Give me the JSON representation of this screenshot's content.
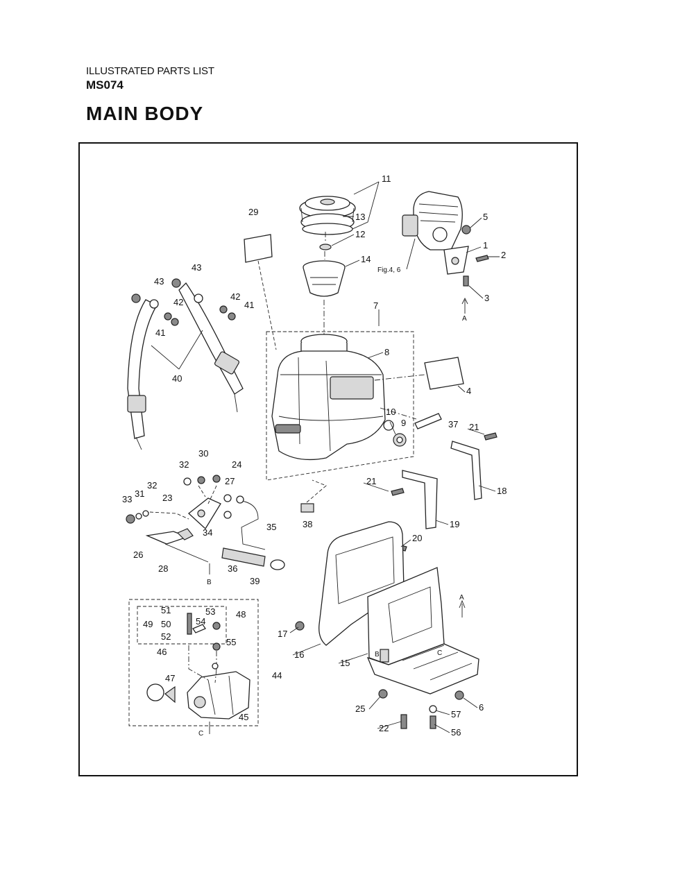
{
  "header": {
    "line1": "ILLUSTRATED PARTS LIST",
    "model": "MS074",
    "title": "MAIN BODY"
  },
  "diagram": {
    "ref_note": "Fig.4, 6",
    "view_letters": {
      "a": "A",
      "b": "B",
      "c": "C"
    },
    "callouts": [
      "1",
      "2",
      "3",
      "4",
      "5",
      "6",
      "7",
      "8",
      "9",
      "10",
      "11",
      "12",
      "13",
      "14",
      "15",
      "16",
      "17",
      "18",
      "19",
      "20",
      "21",
      "22",
      "23",
      "24",
      "25",
      "26",
      "27",
      "28",
      "29",
      "30",
      "31",
      "32",
      "33",
      "34",
      "35",
      "36",
      "37",
      "38",
      "39",
      "40",
      "41",
      "42",
      "43",
      "44",
      "45",
      "46",
      "47",
      "48",
      "49",
      "50",
      "51",
      "52",
      "53",
      "54",
      "55",
      "56",
      "57"
    ]
  }
}
